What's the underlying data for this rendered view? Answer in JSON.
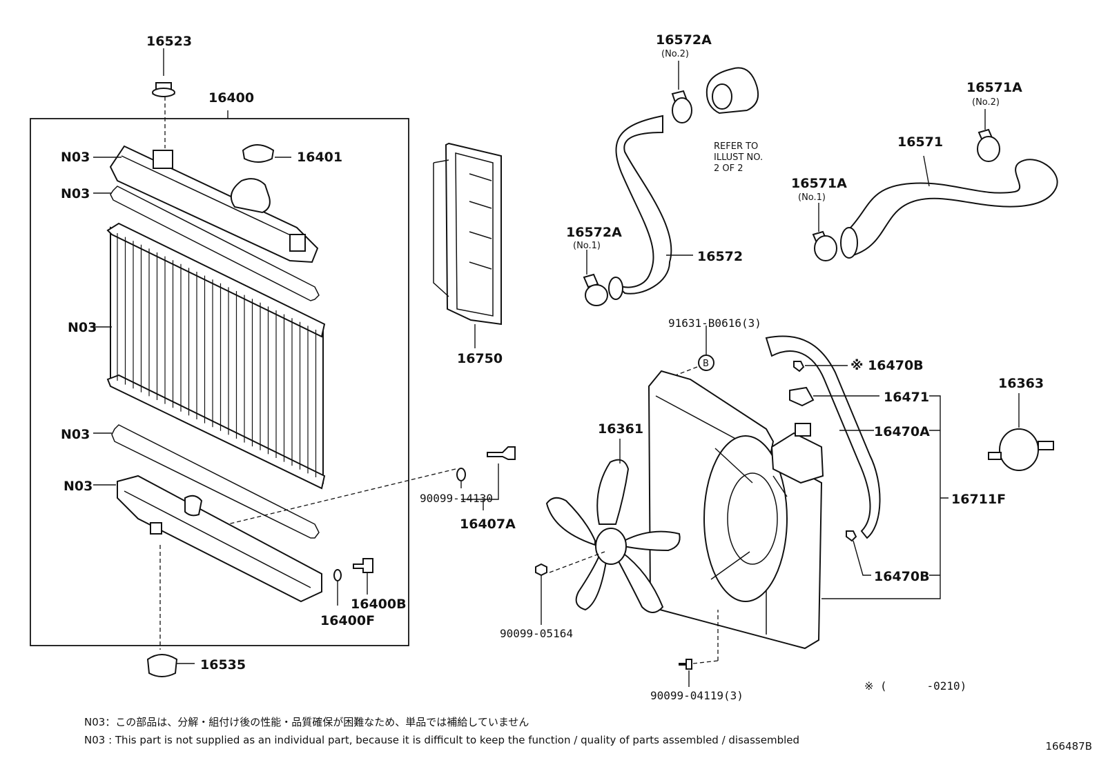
{
  "labels": {
    "p16523": "16523",
    "p16400": "16400",
    "p16401": "16401",
    "n03_a": "N03",
    "n03_b": "N03",
    "n03_c": "N03",
    "n03_d": "N03",
    "n03_e": "N03",
    "p16750": "16750",
    "p16572A_top": "16572A",
    "p16572A_top_sub": "(No.2)",
    "refer_line1": "REFER TO",
    "refer_line2": "ILLUST NO.",
    "refer_line3": "2 OF 2",
    "p16572A_left": "16572A",
    "p16572A_left_sub": "(No.1)",
    "p16572": "16572",
    "p16571A_right": "16571A",
    "p16571A_right_sub": "(No.2)",
    "p16571": "16571",
    "p16571A_left": "16571A",
    "p16571A_left_sub": "(No.1)",
    "p91631": "91631-B0616(3)",
    "circle_b": "B",
    "p16470B_top": "※ 16470B",
    "p16471": "16471",
    "p16363": "16363",
    "p16361": "16361",
    "p16470A": "16470A",
    "p16711F": "16711F",
    "p90099_14130": "90099-14130",
    "p16407A": "16407A",
    "p16470B_bottom": "16470B",
    "p16400B": "16400B",
    "p16400F": "16400F",
    "p90099_05164": "90099-05164",
    "p16535": "16535",
    "range_note": "※ (      -0210)",
    "p90099_04119": "90099-04119(3)"
  },
  "notes": {
    "jp": "N03：この部品は、分解・組付け後の性能・品質確保が困難なため、単品では補給していません",
    "en": "N03 : This part is not supplied as an individual part, because it is difficult to keep the function / quality of parts assembled / disassembled"
  },
  "ref_code": "166487B"
}
